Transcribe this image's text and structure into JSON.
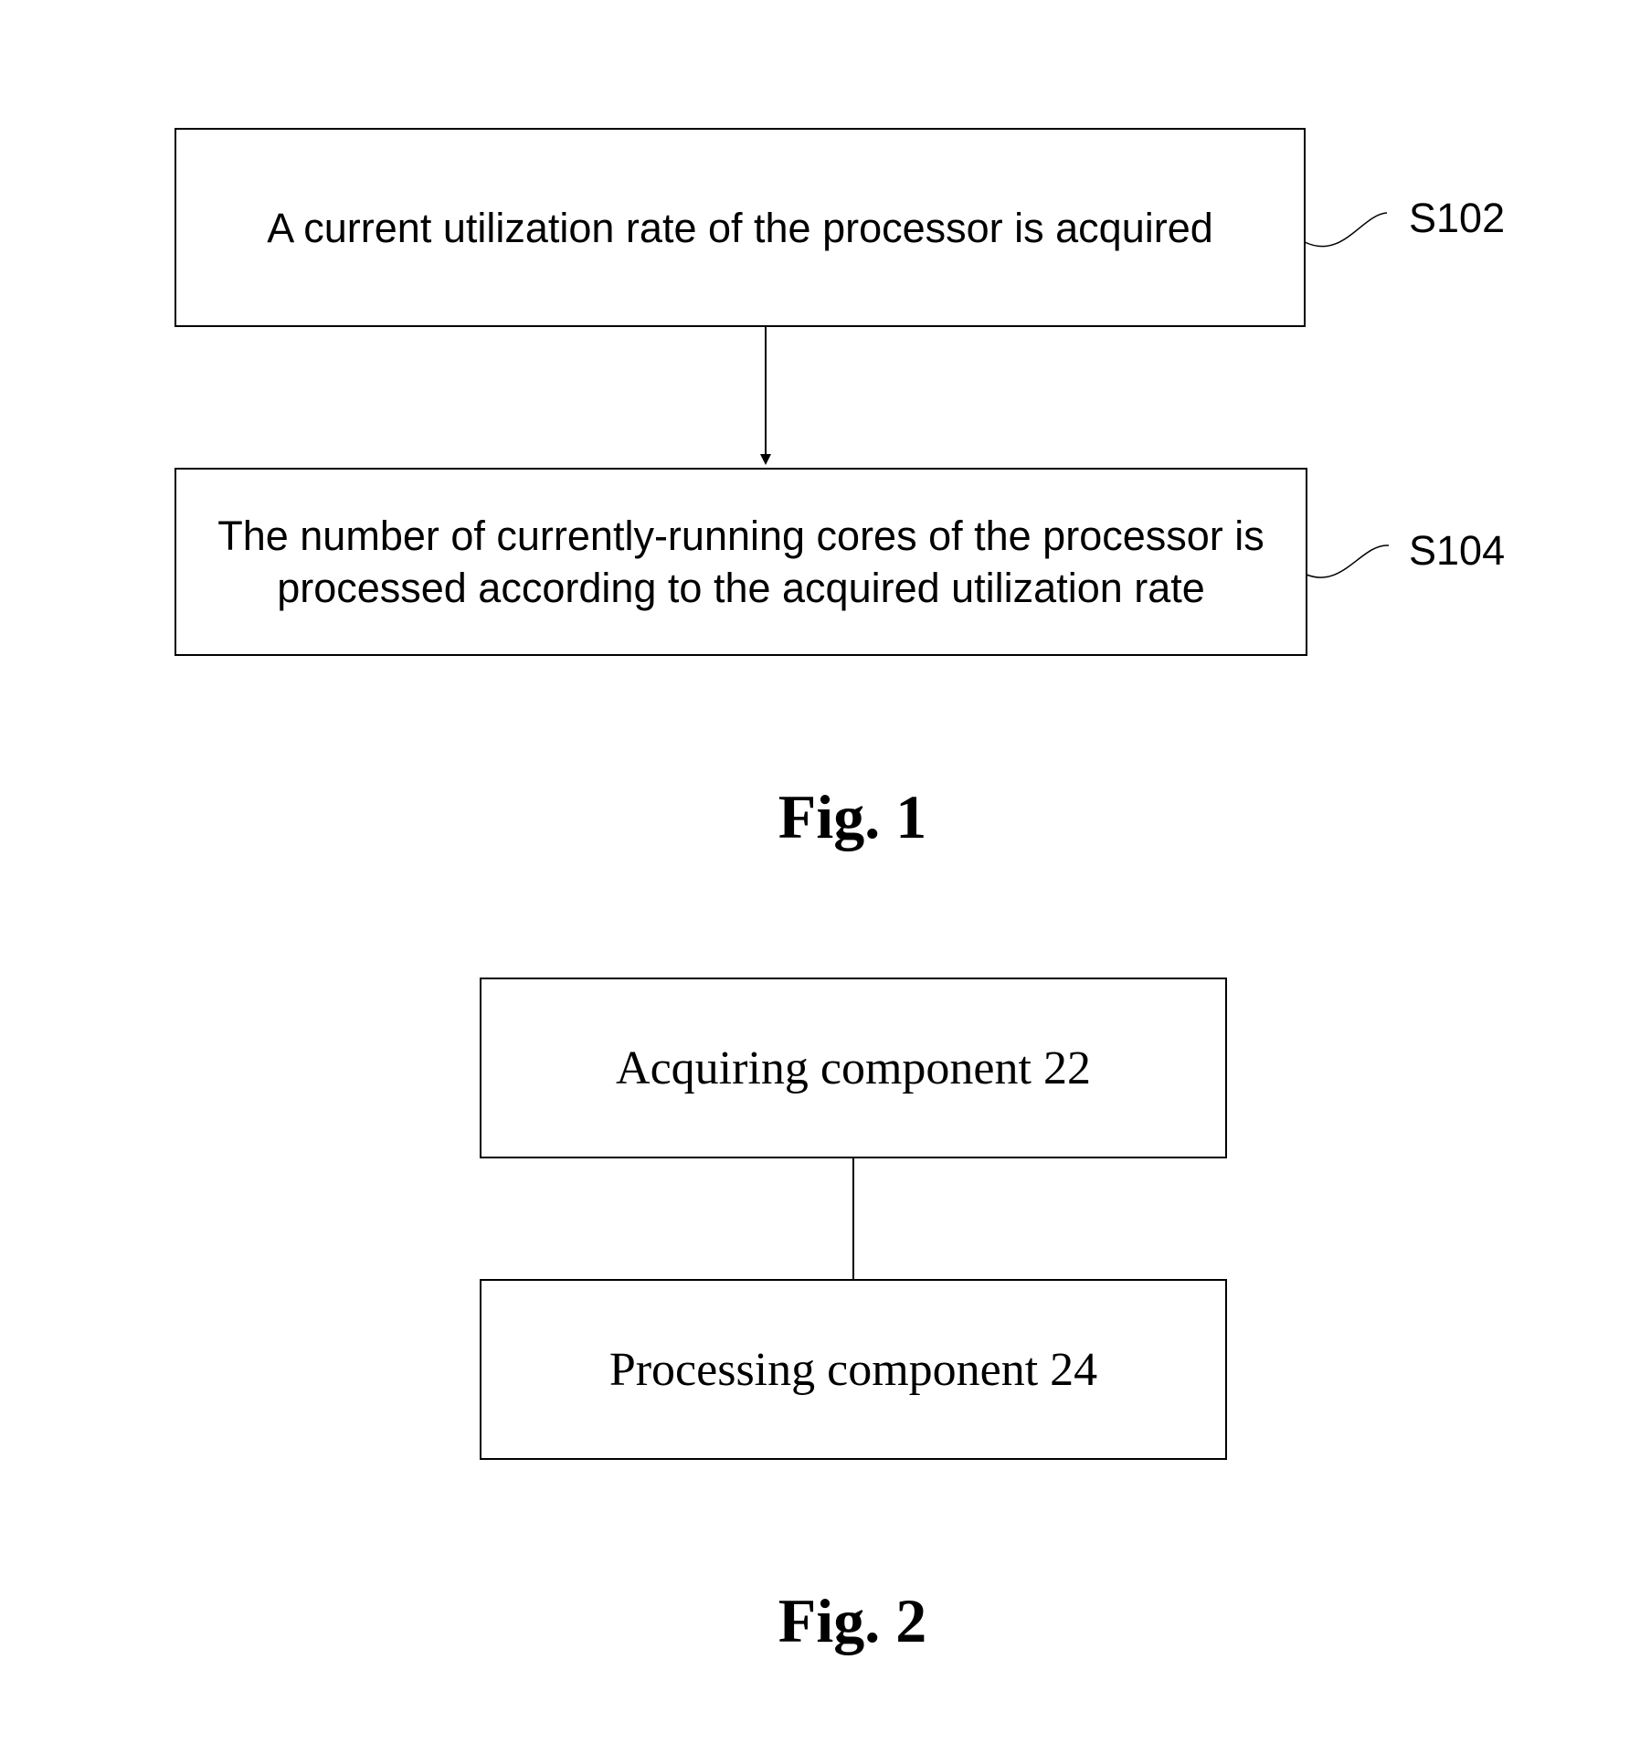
{
  "figure1": {
    "steps": [
      {
        "id": "S102",
        "text": "A current utilization rate of the processor is acquired"
      },
      {
        "id": "S104",
        "text": "The number of currently-running cores of the processor is processed according to the acquired utilization rate"
      }
    ],
    "caption": "Fig. 1"
  },
  "figure2": {
    "components": [
      {
        "text": "Acquiring component 22"
      },
      {
        "text": "Processing component 24"
      }
    ],
    "caption": "Fig. 2"
  }
}
